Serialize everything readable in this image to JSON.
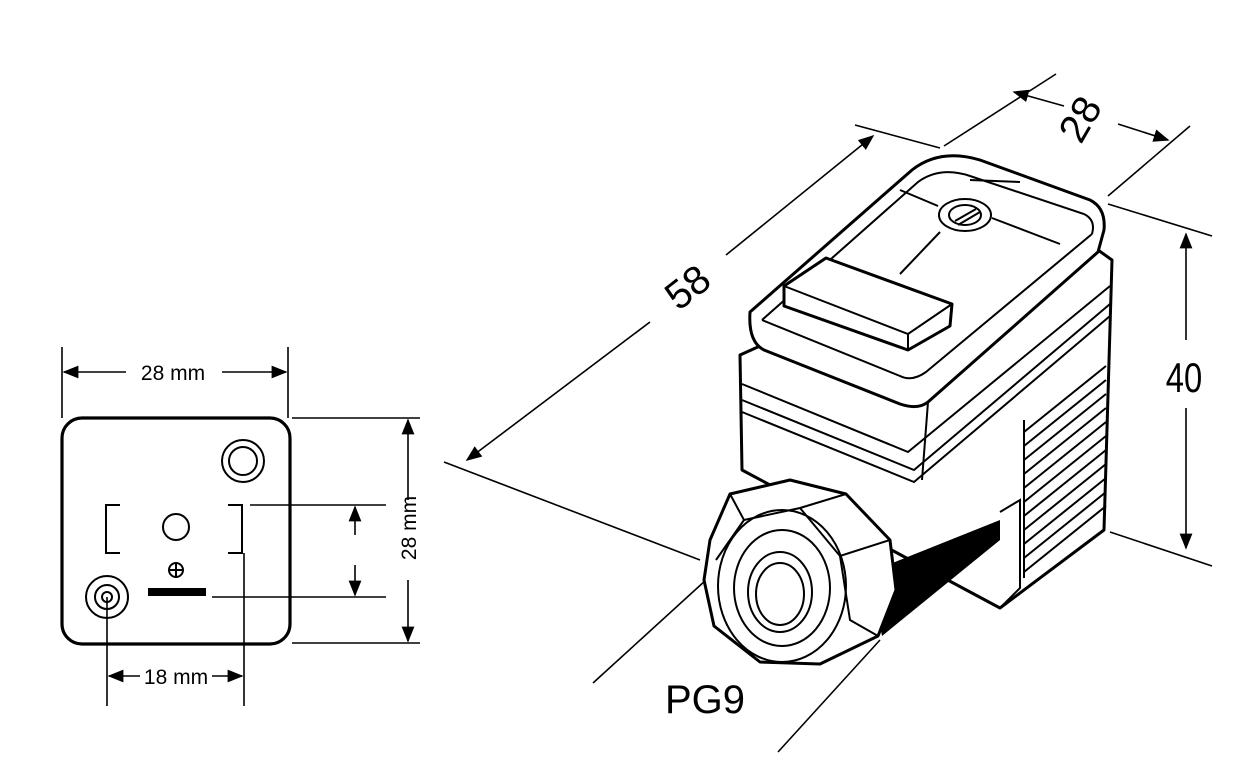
{
  "front_view": {
    "width_label": "28 mm",
    "height_label": "28 mm",
    "pin_spacing_label": "18 mm"
  },
  "iso_view": {
    "length_label": "58",
    "width_label": "28",
    "height_label": "40",
    "gland_label": "PG9"
  }
}
